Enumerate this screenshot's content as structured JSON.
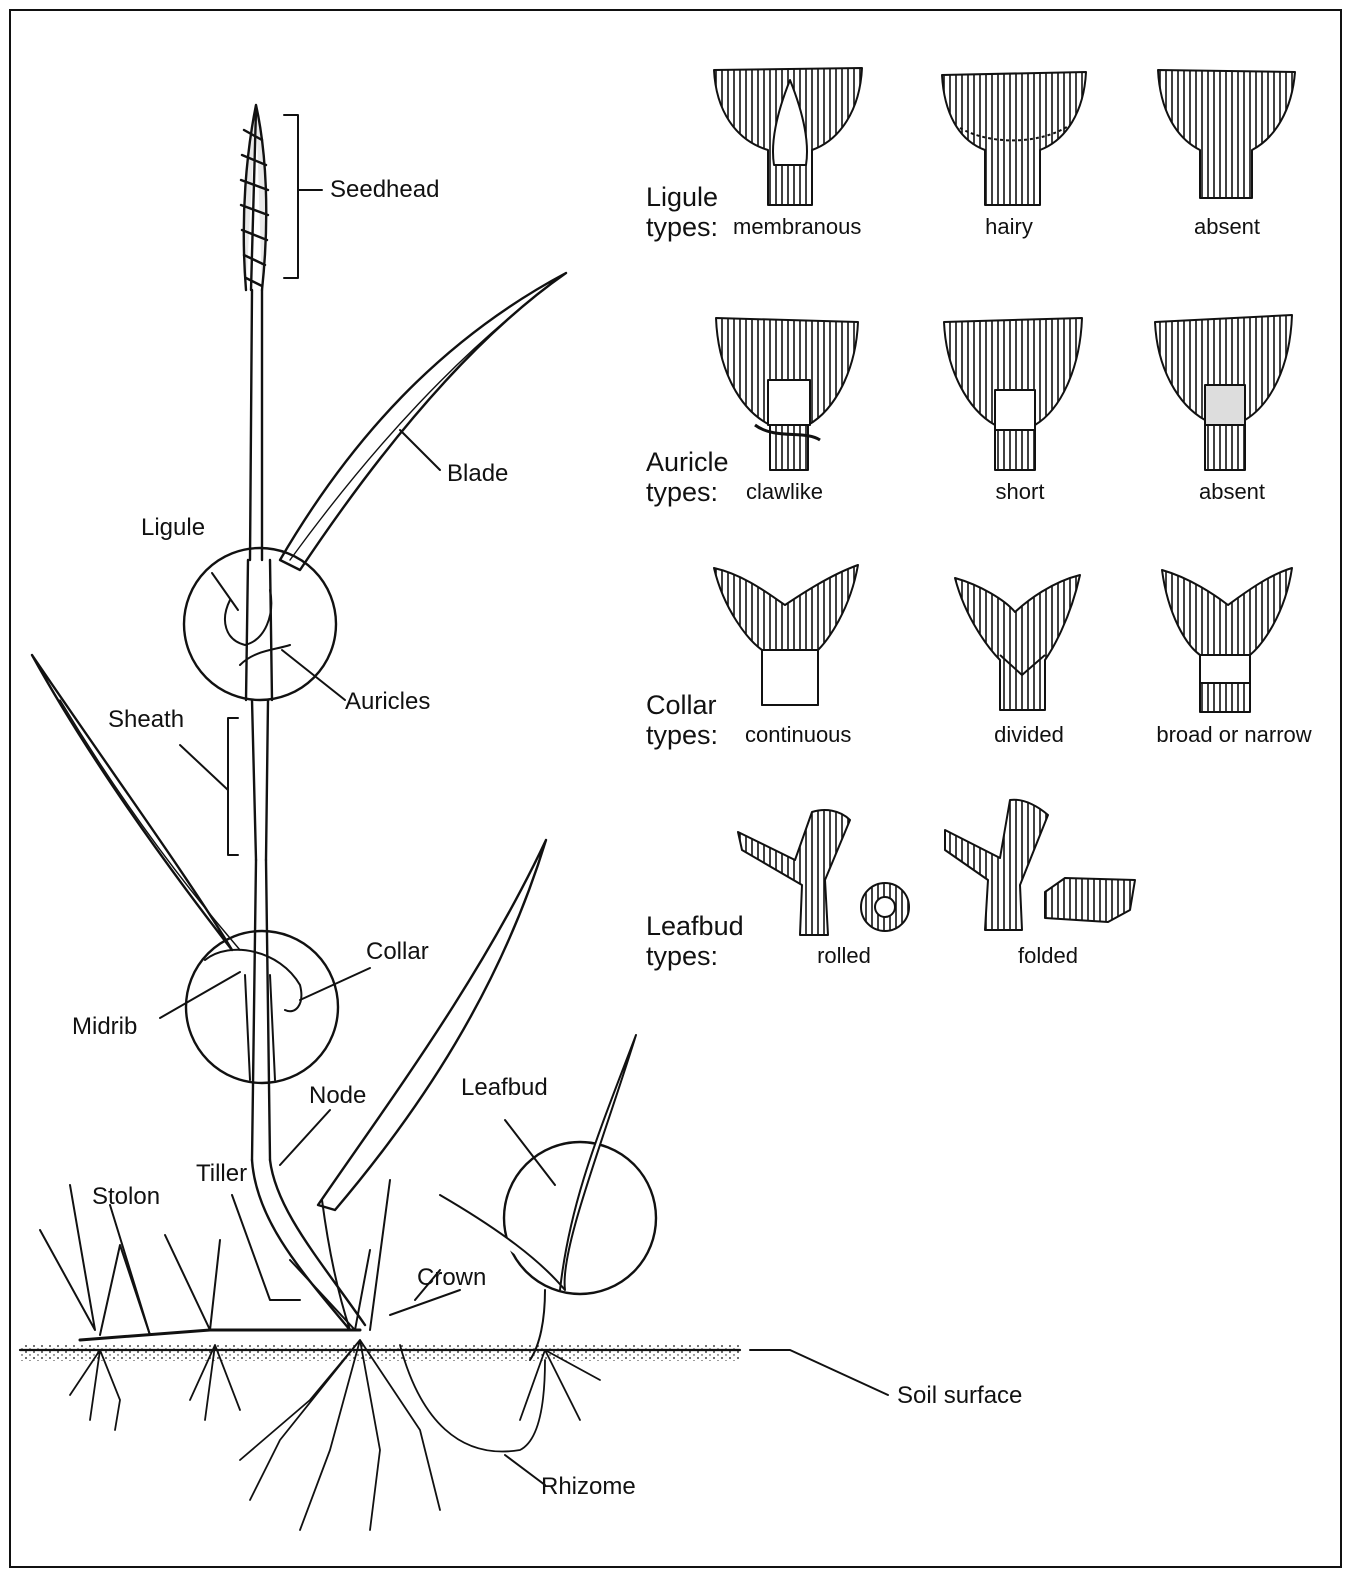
{
  "plant": {
    "seedhead": "Seedhead",
    "blade": "Blade",
    "ligule": "Ligule",
    "auricles": "Auricles",
    "sheath": "Sheath",
    "collar": "Collar",
    "midrib": "Midrib",
    "node": "Node",
    "leafbud": "Leafbud",
    "tiller": "Tiller",
    "stolon": "Stolon",
    "crown": "Crown",
    "soil_surface": "Soil surface",
    "rhizome": "Rhizome"
  },
  "types": {
    "ligule": {
      "title_1": "Ligule",
      "title_2": "types:",
      "options": [
        "membranous",
        "hairy",
        "absent"
      ]
    },
    "auricle": {
      "title_1": "Auricle",
      "title_2": "types:",
      "options": [
        "clawlike",
        "short",
        "absent"
      ]
    },
    "collar": {
      "title_1": "Collar",
      "title_2": "types:",
      "options": [
        "continuous",
        "divided",
        "broad or narrow"
      ]
    },
    "leafbud": {
      "title_1": "Leafbud",
      "title_2": "types:",
      "options": [
        "rolled",
        "folded"
      ]
    }
  }
}
